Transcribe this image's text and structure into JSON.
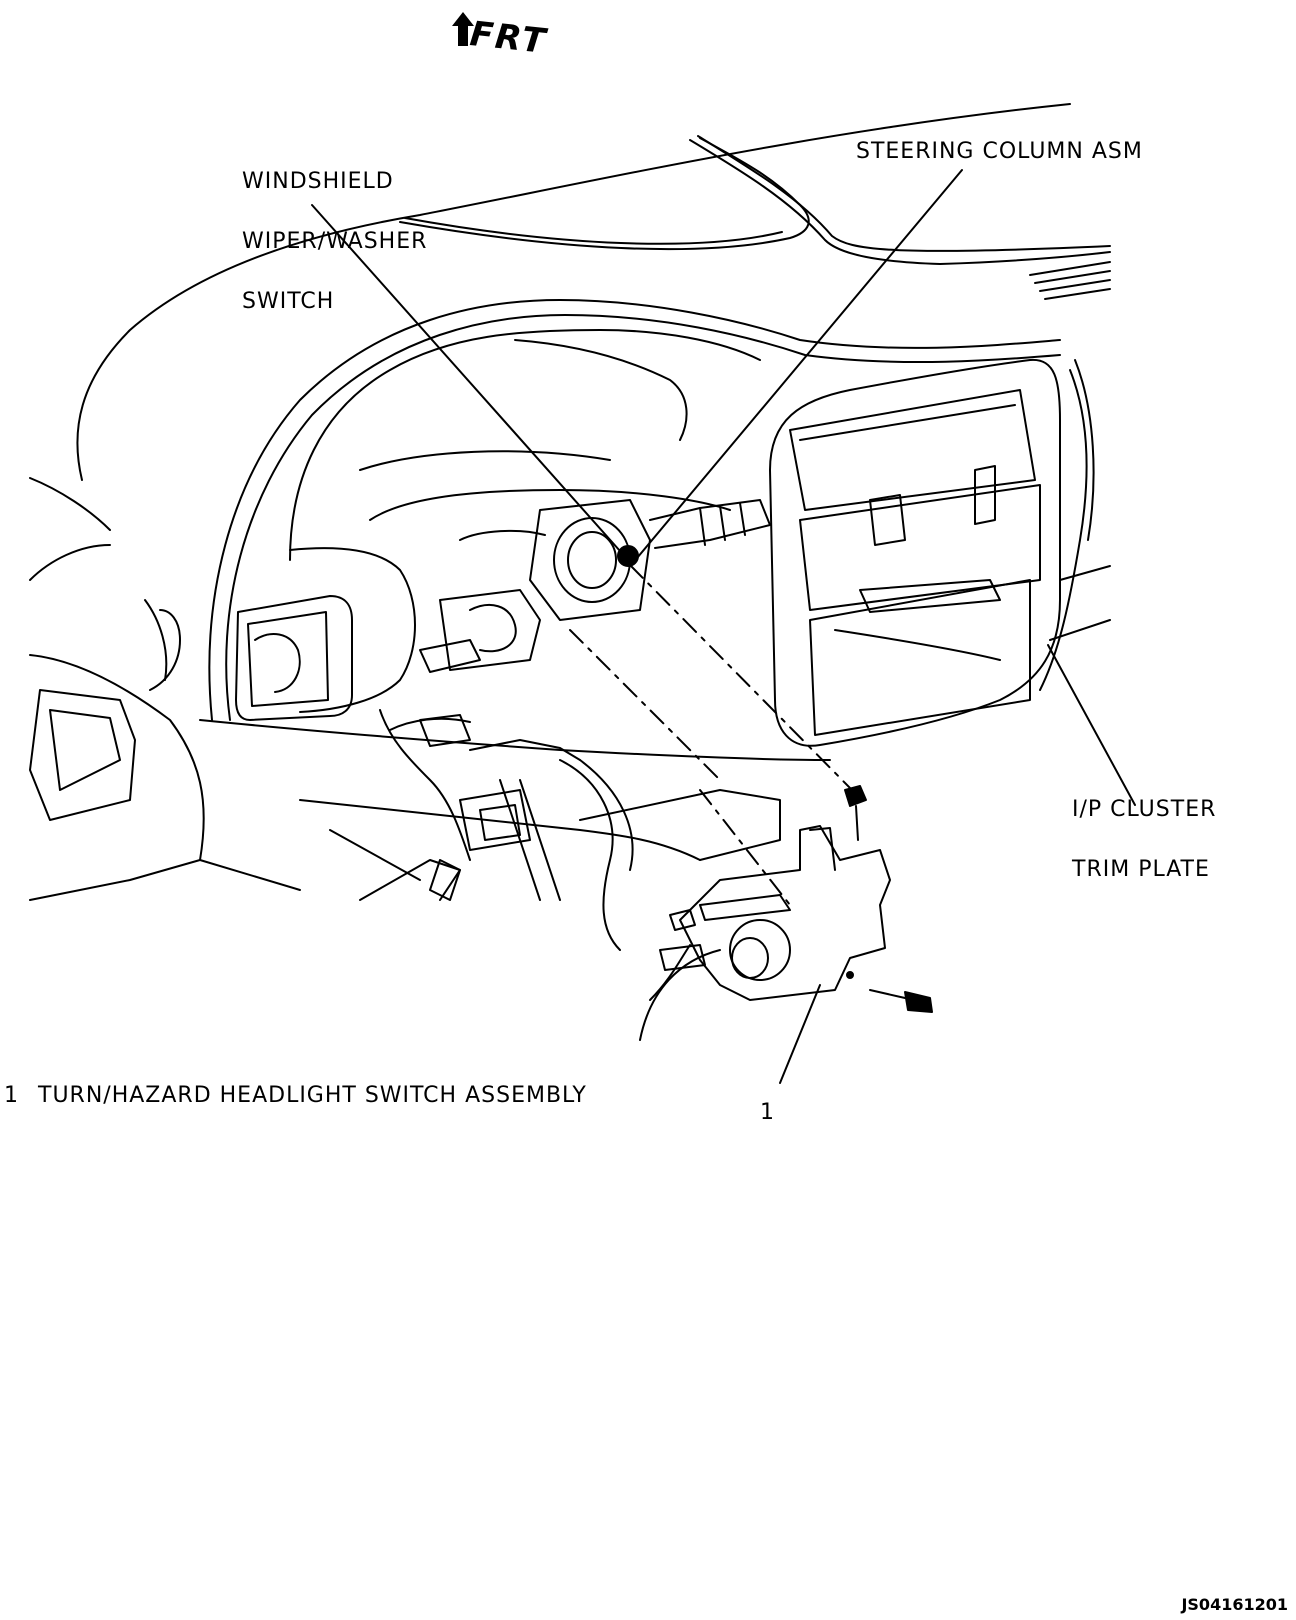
{
  "orientation": {
    "front_label": "FRT"
  },
  "callouts": {
    "wiper_switch": [
      "WINDSHIELD",
      "WIPER/WASHER",
      "SWITCH"
    ],
    "steering_column": "STEERING COLUMN ASM",
    "cluster_trim": [
      "I/P CLUSTER",
      "TRIM PLATE"
    ],
    "item_1_number": "1"
  },
  "legend": {
    "number": "1",
    "text": "TURN/HAZARD HEADLIGHT SWITCH ASSEMBLY"
  },
  "figure_code": "JS04161201",
  "colors": {
    "ink": "#000000",
    "paper": "#ffffff"
  }
}
